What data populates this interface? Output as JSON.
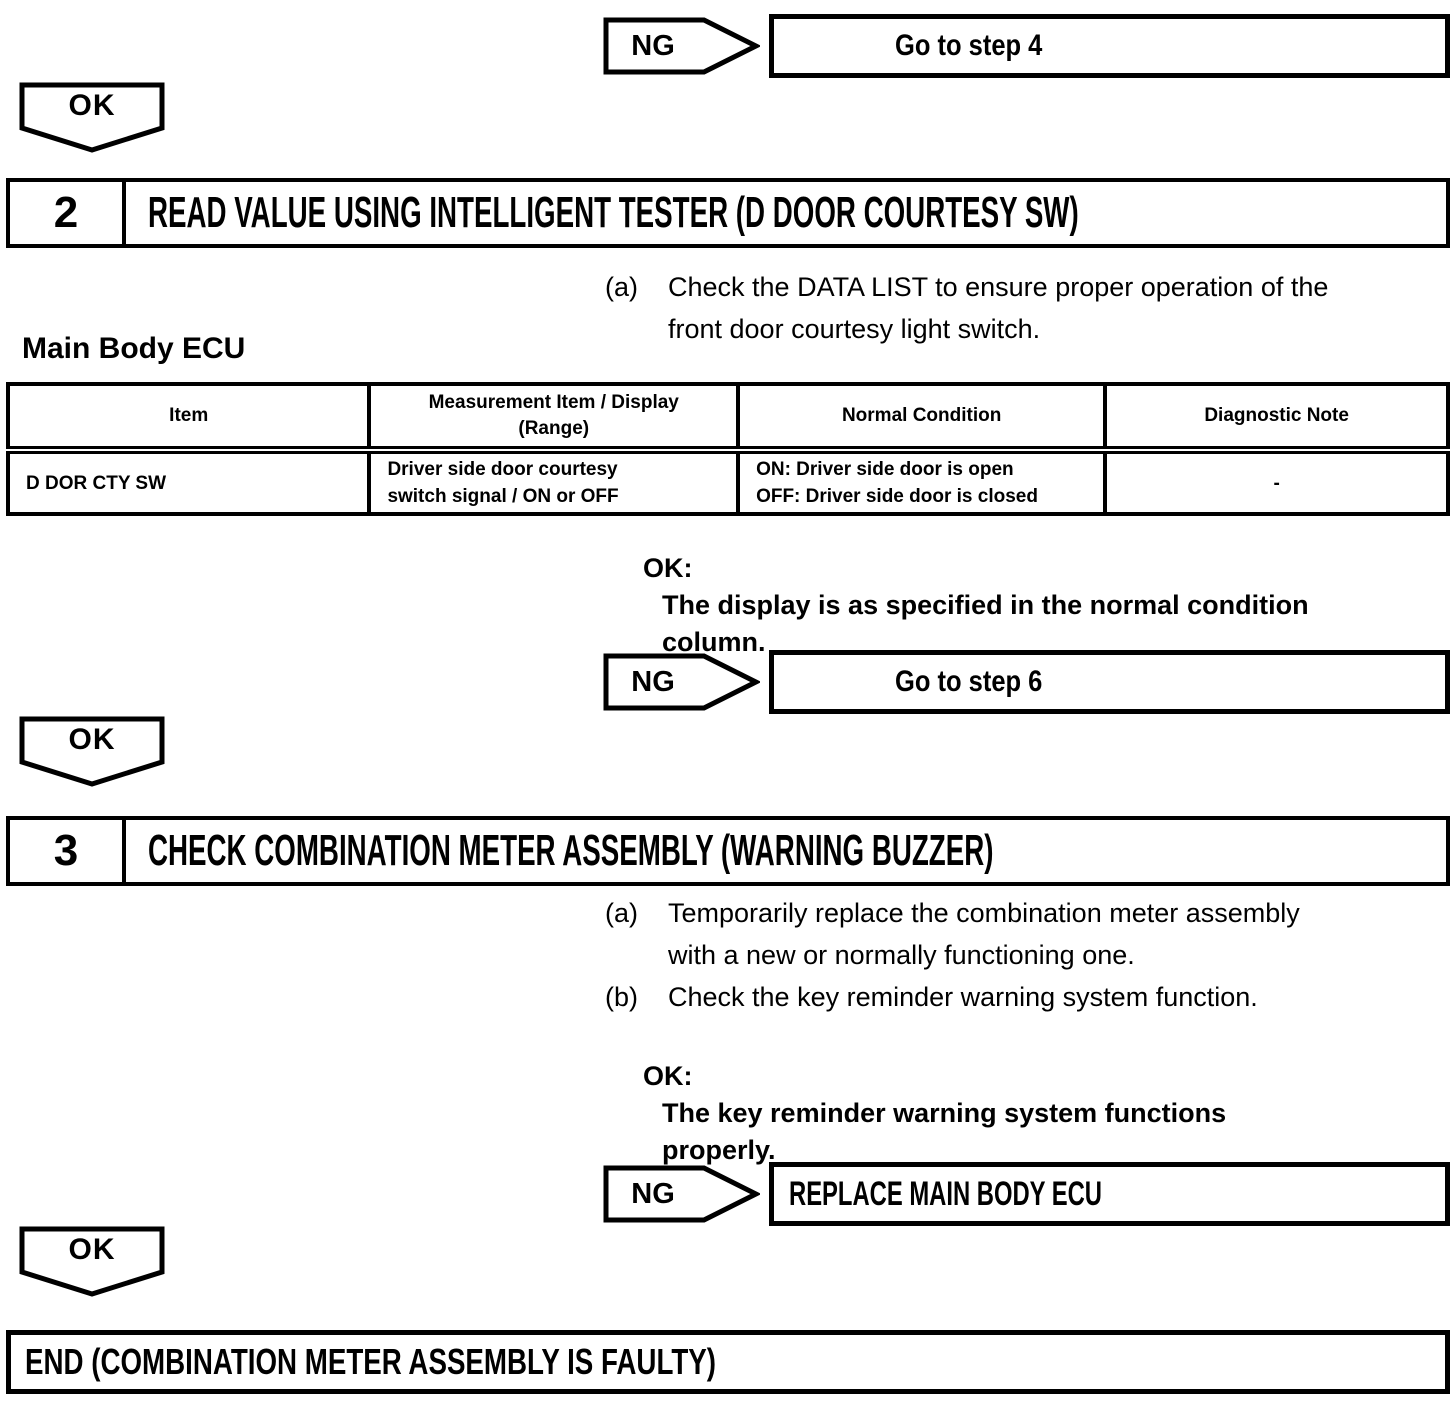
{
  "connector_labels": {
    "ng": "NG",
    "ok": "OK"
  },
  "branch_top": {
    "result": "Go to step 4"
  },
  "step2": {
    "number": "2",
    "title": "READ VALUE USING INTELLIGENT TESTER (D DOOR COURTESY SW)",
    "item_a_label": "(a)",
    "item_a_text": "Check the DATA LIST to ensure proper operation of the\nfront door courtesy light switch.",
    "table_caption": "Main Body ECU",
    "ok_heading": "OK:",
    "ok_text": "The display is as specified in the normal condition\ncolumn.",
    "ng_result": "Go to step 6"
  },
  "data_table": {
    "headers": [
      "Item",
      "Measurement Item / Display\n(Range)",
      "Normal Condition",
      "Diagnostic Note"
    ],
    "row": [
      "D DOR CTY SW",
      "Driver side door courtesy\nswitch signal / ON or OFF",
      "ON: Driver side door is open\nOFF: Driver side door is closed",
      "-"
    ]
  },
  "step3": {
    "number": "3",
    "title": "CHECK COMBINATION METER ASSEMBLY (WARNING BUZZER)",
    "item_a_label": "(a)",
    "item_a_text": "Temporarily replace the combination meter assembly\nwith a new or normally functioning one.",
    "item_b_label": "(b)",
    "item_b_text": "Check the key reminder warning system function.",
    "ok_heading": "OK:",
    "ok_text": "The key reminder warning system functions\nproperly.",
    "ng_result": "REPLACE MAIN BODY ECU"
  },
  "end_box": {
    "text": "END (COMBINATION METER ASSEMBLY IS FAULTY)"
  }
}
